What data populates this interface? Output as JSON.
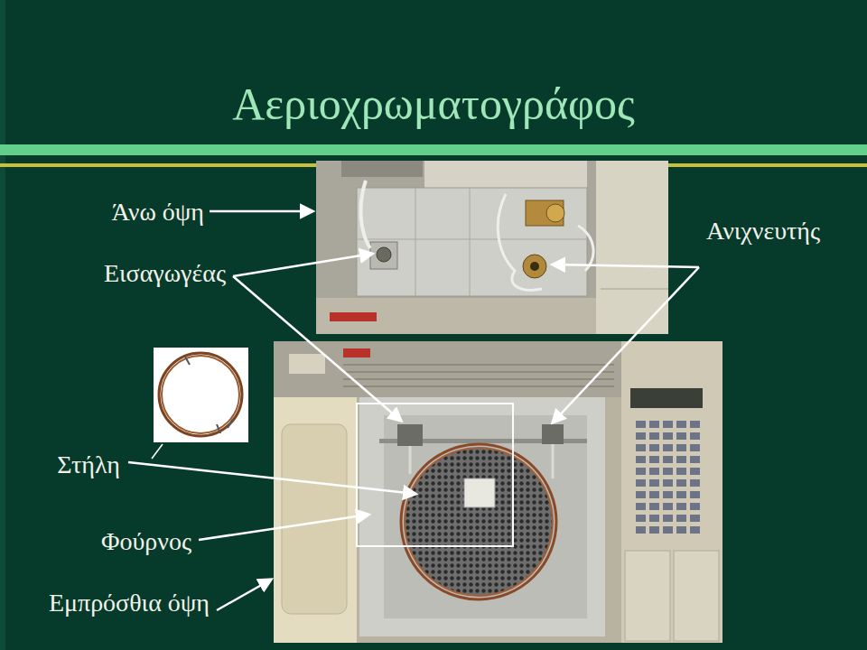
{
  "diagram": {
    "title": "Αεριοχρωματογράφος",
    "labels": [
      "Άνω όψη",
      "Εισαγωγέας",
      "Ανιχνευτής",
      "Στήλη",
      "Φούρνος",
      "Εμπρόσθια όψη"
    ]
  }
}
